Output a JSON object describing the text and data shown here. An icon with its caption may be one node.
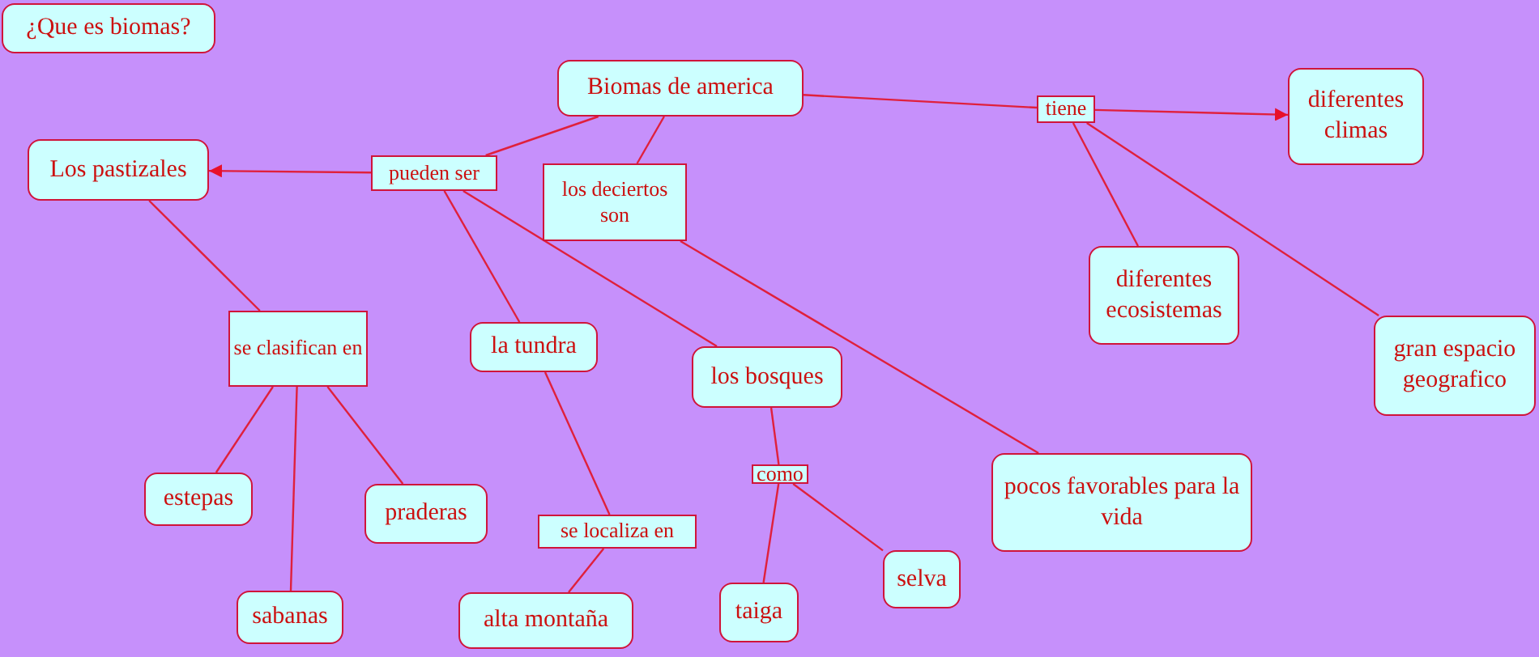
{
  "diagram": {
    "nodes": [
      {
        "text": [
          "¿Que es biomas?"
        ]
      },
      {
        "text": [
          "Biomas de america"
        ]
      },
      {
        "text": [
          "pueden ser"
        ]
      },
      {
        "text": [
          "los deciertos son"
        ]
      },
      {
        "text": [
          "tiene"
        ]
      },
      {
        "text": [
          "diferentes climas"
        ]
      },
      {
        "text": [
          "Los pastizales"
        ]
      },
      {
        "text": [
          "diferentes ecosistemas"
        ]
      },
      {
        "text": [
          "gran espacio geografico"
        ]
      },
      {
        "text": [
          "se clasifican en"
        ]
      },
      {
        "text": [
          "la tundra"
        ]
      },
      {
        "text": [
          "los bosques"
        ]
      },
      {
        "text": [
          "pocos favorables para la vida"
        ]
      },
      {
        "text": [
          "estepas"
        ]
      },
      {
        "text": [
          "praderas"
        ]
      },
      {
        "text": [
          "se localiza en"
        ]
      },
      {
        "text": [
          "como"
        ]
      },
      {
        "text": [
          "selva"
        ]
      },
      {
        "text": [
          "sabanas"
        ]
      },
      {
        "text": [
          "alta montaña"
        ]
      },
      {
        "text": [
          "taiga"
        ]
      }
    ],
    "edges": [
      {
        "from": 1,
        "to": 2,
        "arrow": "none"
      },
      {
        "from": 2,
        "to": 6,
        "arrow": "to"
      },
      {
        "from": 1,
        "to": 3,
        "arrow": "none"
      },
      {
        "from": 1,
        "to": 4,
        "arrow": "none"
      },
      {
        "from": 4,
        "to": 5,
        "arrow": "to"
      },
      {
        "from": 4,
        "to": 7,
        "arrow": "none"
      },
      {
        "from": 4,
        "to": 8,
        "arrow": "none"
      },
      {
        "from": 2,
        "to": 10,
        "arrow": "none"
      },
      {
        "from": 2,
        "to": 11,
        "arrow": "none"
      },
      {
        "from": 3,
        "to": 12,
        "arrow": "none"
      },
      {
        "from": 6,
        "to": 9,
        "arrow": "none"
      },
      {
        "from": 9,
        "to": 13,
        "arrow": "none"
      },
      {
        "from": 9,
        "to": 18,
        "arrow": "none"
      },
      {
        "from": 9,
        "to": 14,
        "arrow": "none"
      },
      {
        "from": 10,
        "to": 15,
        "arrow": "none"
      },
      {
        "from": 15,
        "to": 19,
        "arrow": "none"
      },
      {
        "from": 11,
        "to": 16,
        "arrow": "none"
      },
      {
        "from": 16,
        "to": 20,
        "arrow": "none"
      },
      {
        "from": 16,
        "to": 17,
        "arrow": "none"
      }
    ]
  }
}
